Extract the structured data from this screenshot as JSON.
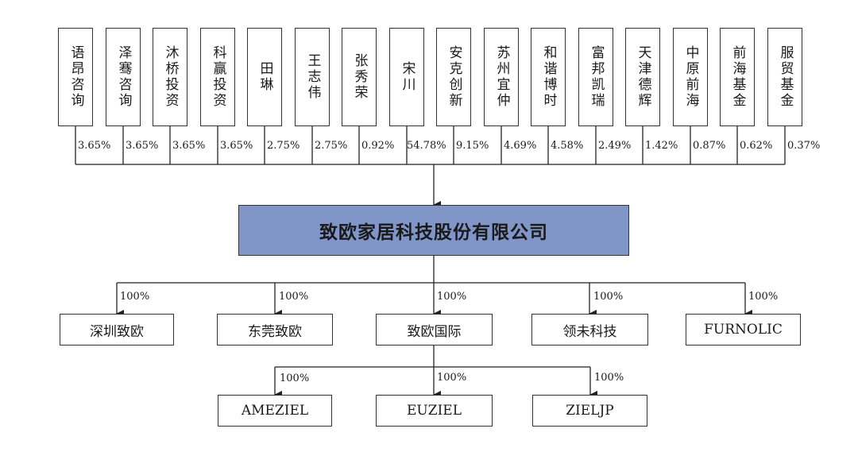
{
  "shareholders": [
    {
      "name": "语昂咨询",
      "pct": "3.65%"
    },
    {
      "name": "泽骞咨询",
      "pct": "3.65%"
    },
    {
      "name": "沐桥投资",
      "pct": "3.65%"
    },
    {
      "name": "科赢投资",
      "pct": "3.65%"
    },
    {
      "name": "田琳",
      "pct": "2.75%"
    },
    {
      "name": "王志伟",
      "pct": "2.75%"
    },
    {
      "name": "张秀荣",
      "pct": "0.92%"
    },
    {
      "name": "宋川",
      "pct": "54.78%"
    },
    {
      "name": "安克创新",
      "pct": "9.15%"
    },
    {
      "name": "苏州宜仲",
      "pct": "4.69%"
    },
    {
      "name": "和谐博时",
      "pct": "4.58%"
    },
    {
      "name": "富邦凯瑞",
      "pct": "2.49%"
    },
    {
      "name": "天津德辉",
      "pct": "1.42%"
    },
    {
      "name": "中原前海",
      "pct": "0.87%"
    },
    {
      "name": "前海基金",
      "pct": "0.62%"
    },
    {
      "name": "服贸基金",
      "pct": "0.37%"
    }
  ],
  "company": {
    "name": "致欧家居科技股份有限公司"
  },
  "subsidiaries": [
    {
      "name": "深圳致欧",
      "pct": "100%"
    },
    {
      "name": "东莞致欧",
      "pct": "100%"
    },
    {
      "name": "致欧国际",
      "pct": "100%"
    },
    {
      "name": "领未科技",
      "pct": "100%"
    },
    {
      "name": "FURNOLIC",
      "pct": "100%"
    }
  ],
  "international_subsidiaries": [
    {
      "name": "AMEZIEL",
      "pct": "100%"
    },
    {
      "name": "EUZIEL",
      "pct": "100%"
    },
    {
      "name": "ZIELJP",
      "pct": "100%"
    }
  ]
}
